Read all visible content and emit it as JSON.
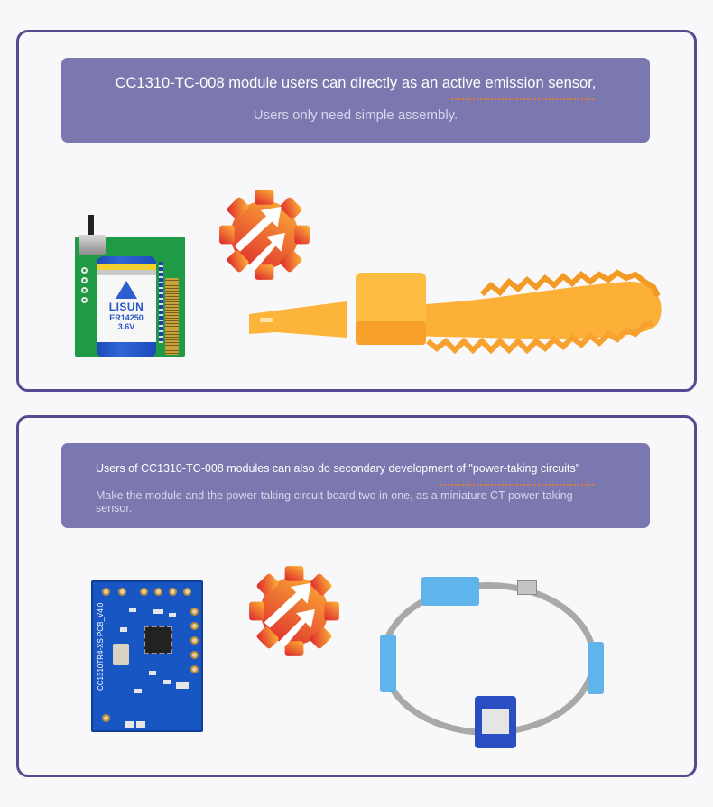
{
  "sections": [
    {
      "id": "active-emission",
      "callout": {
        "title": "CC1310-TC-008 module users can directly as an active emission sensor,",
        "subtitle": "Users only need simple assembly."
      },
      "images": [
        {
          "name": "battery-module-board",
          "battery_brand": "LISUN",
          "battery_model": "ER14250",
          "battery_voltage": "3.6V"
        },
        {
          "name": "gear-arrow-icon"
        },
        {
          "name": "orange-strap-sensor"
        }
      ]
    },
    {
      "id": "power-taking",
      "callout": {
        "title": "Users of CC1310-TC-008 modules can also do secondary development of \"power-taking circuits\"",
        "subtitle": "Make the module and the power-taking circuit board two in one, as a miniature CT power-taking sensor."
      },
      "images": [
        {
          "name": "cc1310-pcb-module",
          "silkscreen": "CC1310TR4-XS PCB_V4.0"
        },
        {
          "name": "gear-arrow-icon"
        },
        {
          "name": "ct-ring-sensor"
        }
      ]
    }
  ],
  "colors": {
    "card_border": "#544c92",
    "callout_bg": "#7a78ae",
    "accent_dash": "#e07a3a",
    "gear_top": "#f9a23a",
    "gear_bottom": "#e0342c"
  }
}
